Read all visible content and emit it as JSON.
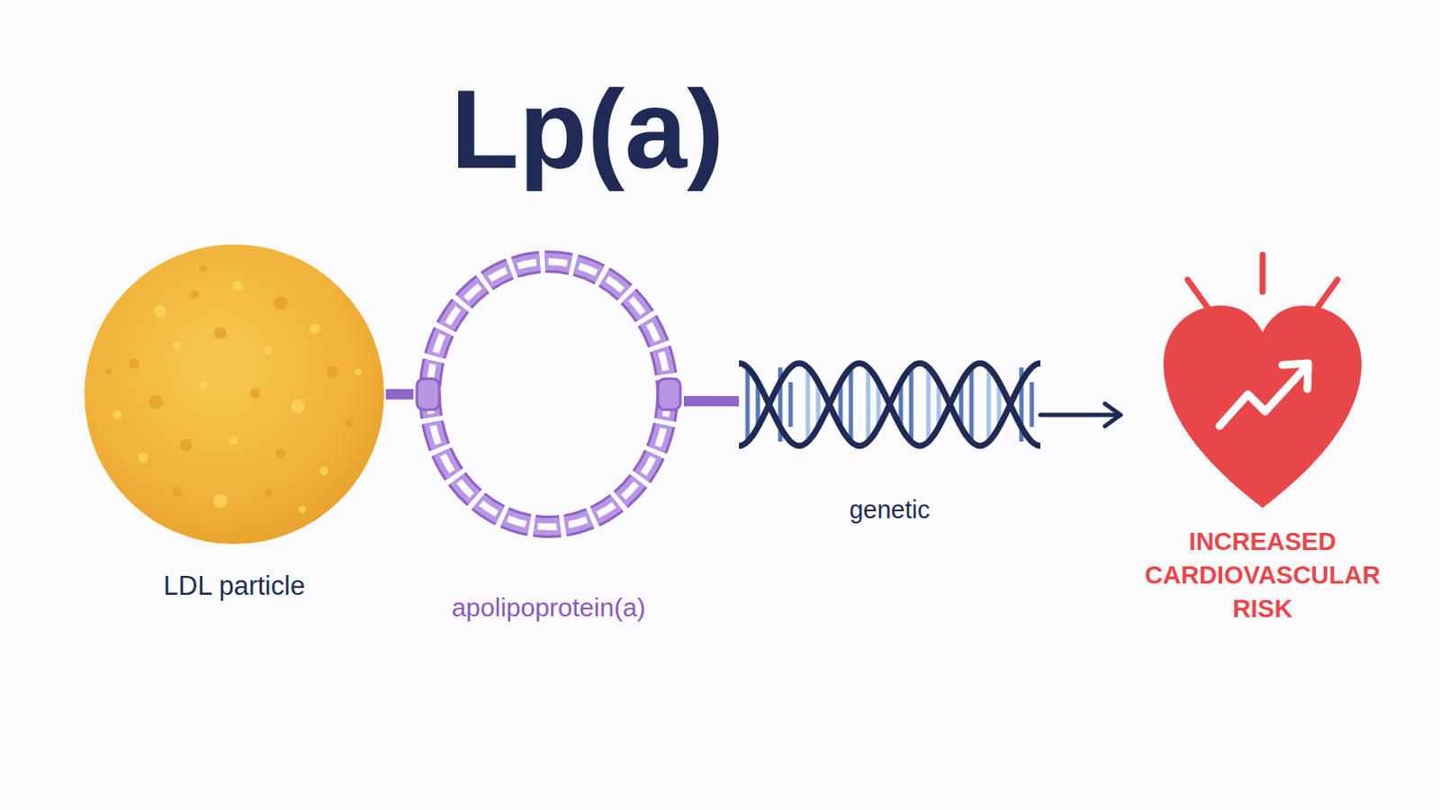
{
  "diagram": {
    "title": "Lp(a)",
    "nodes": [
      {
        "text": [
          "LDL particle"
        ]
      },
      {
        "text": [
          "apolipoprotein(a)"
        ]
      },
      {
        "text": [
          "genetic"
        ]
      },
      {
        "text": [
          "INCREASED CARDIOVASCULAR RISK"
        ]
      }
    ],
    "edges": [
      {
        "from": 0,
        "to": 1,
        "arrow": "none"
      },
      {
        "from": 1,
        "to": 2,
        "arrow": "none"
      },
      {
        "from": 2,
        "to": 3,
        "arrow": "to"
      }
    ]
  }
}
